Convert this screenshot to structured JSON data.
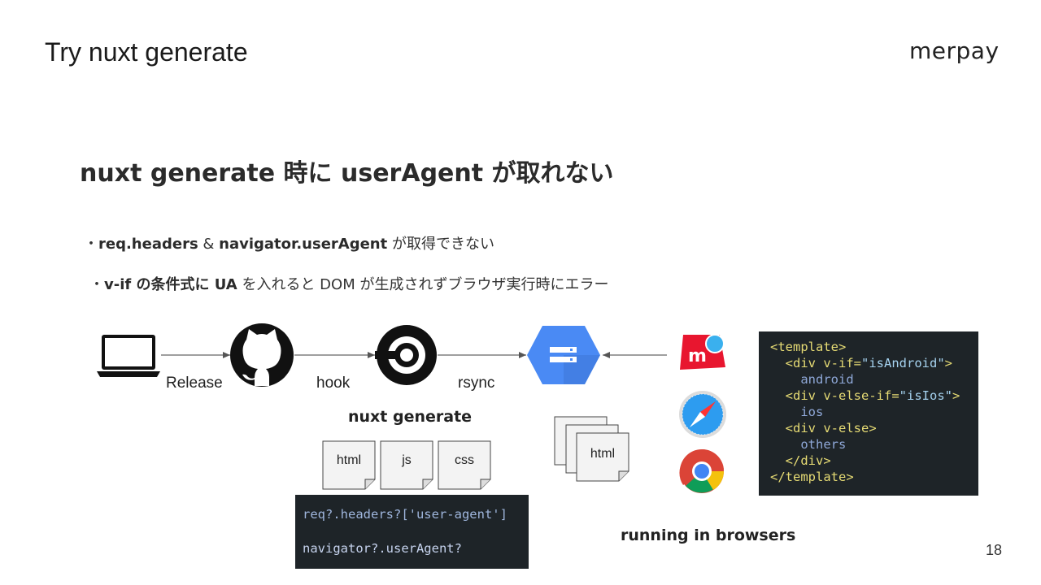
{
  "slide": {
    "title": "Try nuxt generate",
    "brand": "merpay",
    "heading": "nuxt generate 時に userAgent が取れない",
    "page_number": "18"
  },
  "bullets": [
    {
      "marker": "・",
      "b1": "req.headers",
      "t1": " & ",
      "b2": "navigator.userAgent",
      "t2": " が取得できない"
    },
    {
      "marker": "・",
      "b1": "v-if の条件式に UA",
      "t1": " を入れると DOM が生成されずブラウザ実行時にエラー"
    }
  ],
  "diagram": {
    "edges": {
      "release": "Release",
      "hook": "hook",
      "rsync": "rsync"
    },
    "generate_label": "nuxt generate",
    "files": [
      "html",
      "js",
      "css"
    ],
    "output_file": "html",
    "browsers_label": "running in browsers",
    "icons": [
      "laptop-icon",
      "github-icon",
      "circleci-icon",
      "cloud-storage-icon",
      "merpay-app-icon",
      "safari-icon",
      "chrome-icon"
    ],
    "colors": {
      "gcs_blue": "#4a8af4",
      "merpay_red": "#e8162f",
      "code_bg": "#1e2428"
    }
  },
  "code_ua": {
    "line1": "req?.headers?['user-agent']",
    "line2": "navigator?.userAgent?"
  },
  "code_template": [
    {
      "tag_open": "<template>",
      "rest": "",
      "tag_close": ""
    },
    {
      "tag_open": "  <div ",
      "rest": "v-if=",
      "str": "\"isAndroid\"",
      "tag_close": ">"
    },
    {
      "text": "    android"
    },
    {
      "tag_open": "  <div ",
      "rest": "v-else-if=",
      "str": "\"isIos\"",
      "tag_close": ">"
    },
    {
      "text": "    ios"
    },
    {
      "tag_open": "  <div ",
      "rest": "v-else",
      "tag_close": ">"
    },
    {
      "text": "    others"
    },
    {
      "tag_open": "  </div>",
      "rest": "",
      "tag_close": ""
    },
    {
      "tag_open": "</template>",
      "rest": "",
      "tag_close": ""
    }
  ]
}
